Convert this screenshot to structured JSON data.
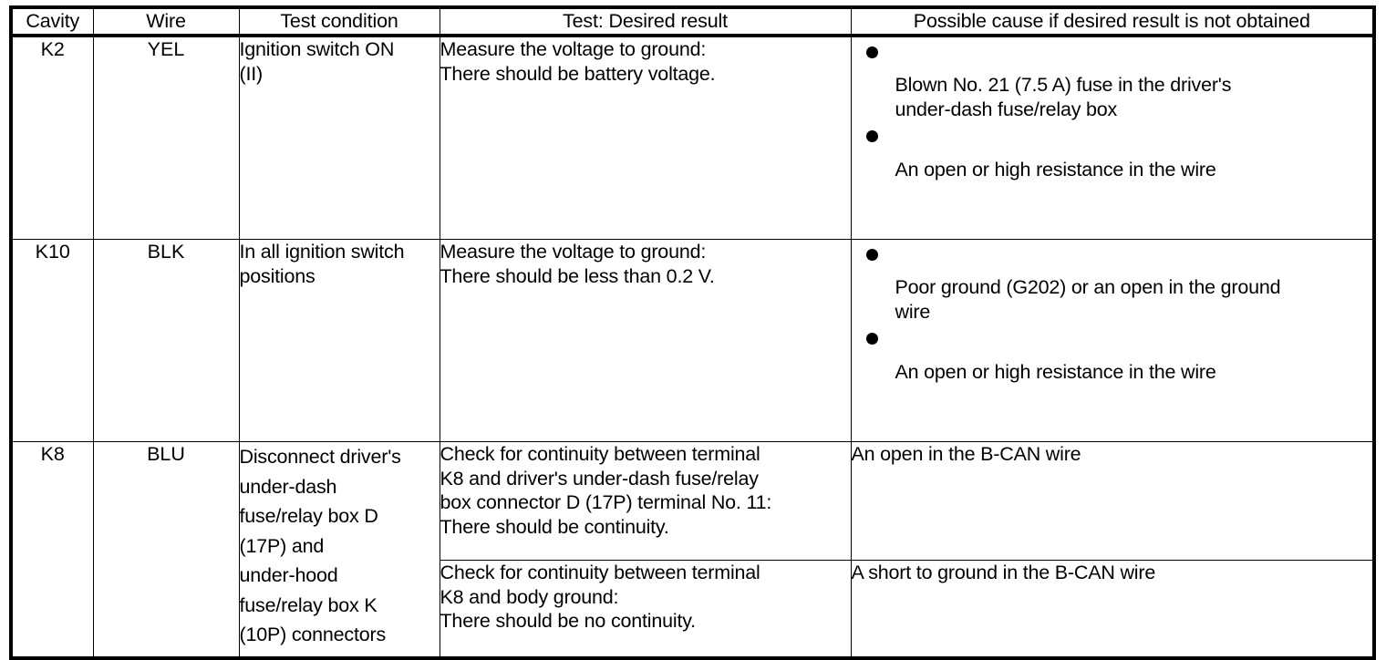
{
  "table": {
    "columns": [
      {
        "key": "cavity",
        "label": "Cavity"
      },
      {
        "key": "wire",
        "label": "Wire"
      },
      {
        "key": "condition",
        "label": "Test condition"
      },
      {
        "key": "test",
        "label": "Test: Desired result"
      },
      {
        "key": "cause",
        "label": "Possible cause if desired result is not obtained"
      }
    ],
    "rows": [
      {
        "cavity": "K2",
        "wire": "YEL",
        "condition": "Ignition switch ON\n(II)",
        "test": "Measure the voltage to ground:\nThere should be battery voltage.",
        "cause_bullets": [
          "Blown No. 21 (7.5 A) fuse in the driver's\nunder-dash fuse/relay box",
          "An open or high resistance in the wire"
        ]
      },
      {
        "cavity": "K10",
        "wire": "BLK",
        "condition": "In all ignition switch\npositions",
        "test": "Measure the voltage to ground:\nThere should be less than 0.2 V.",
        "cause_bullets": [
          "Poor ground (G202) or an open in the ground\nwire",
          "An open or high resistance in the wire"
        ]
      },
      {
        "cavity": "K8",
        "wire": "BLU",
        "condition": "Disconnect driver's\nunder-dash\nfuse/relay box D\n(17P)   and\nunder-hood\nfuse/relay box K\n(10P)   connectors",
        "subrows": [
          {
            "test": "Check for continuity between terminal\nK8 and driver's under-dash fuse/relay\nbox connector D (17P) terminal No. 11:\nThere should be continuity.",
            "cause": "An open in the B-CAN wire"
          },
          {
            "test": "Check for continuity between terminal\nK8 and body ground:\nThere should be no continuity.",
            "cause": "A short to ground in the B-CAN wire"
          }
        ]
      }
    ]
  },
  "icons": {
    "bullet": "bullet-dot-icon"
  }
}
